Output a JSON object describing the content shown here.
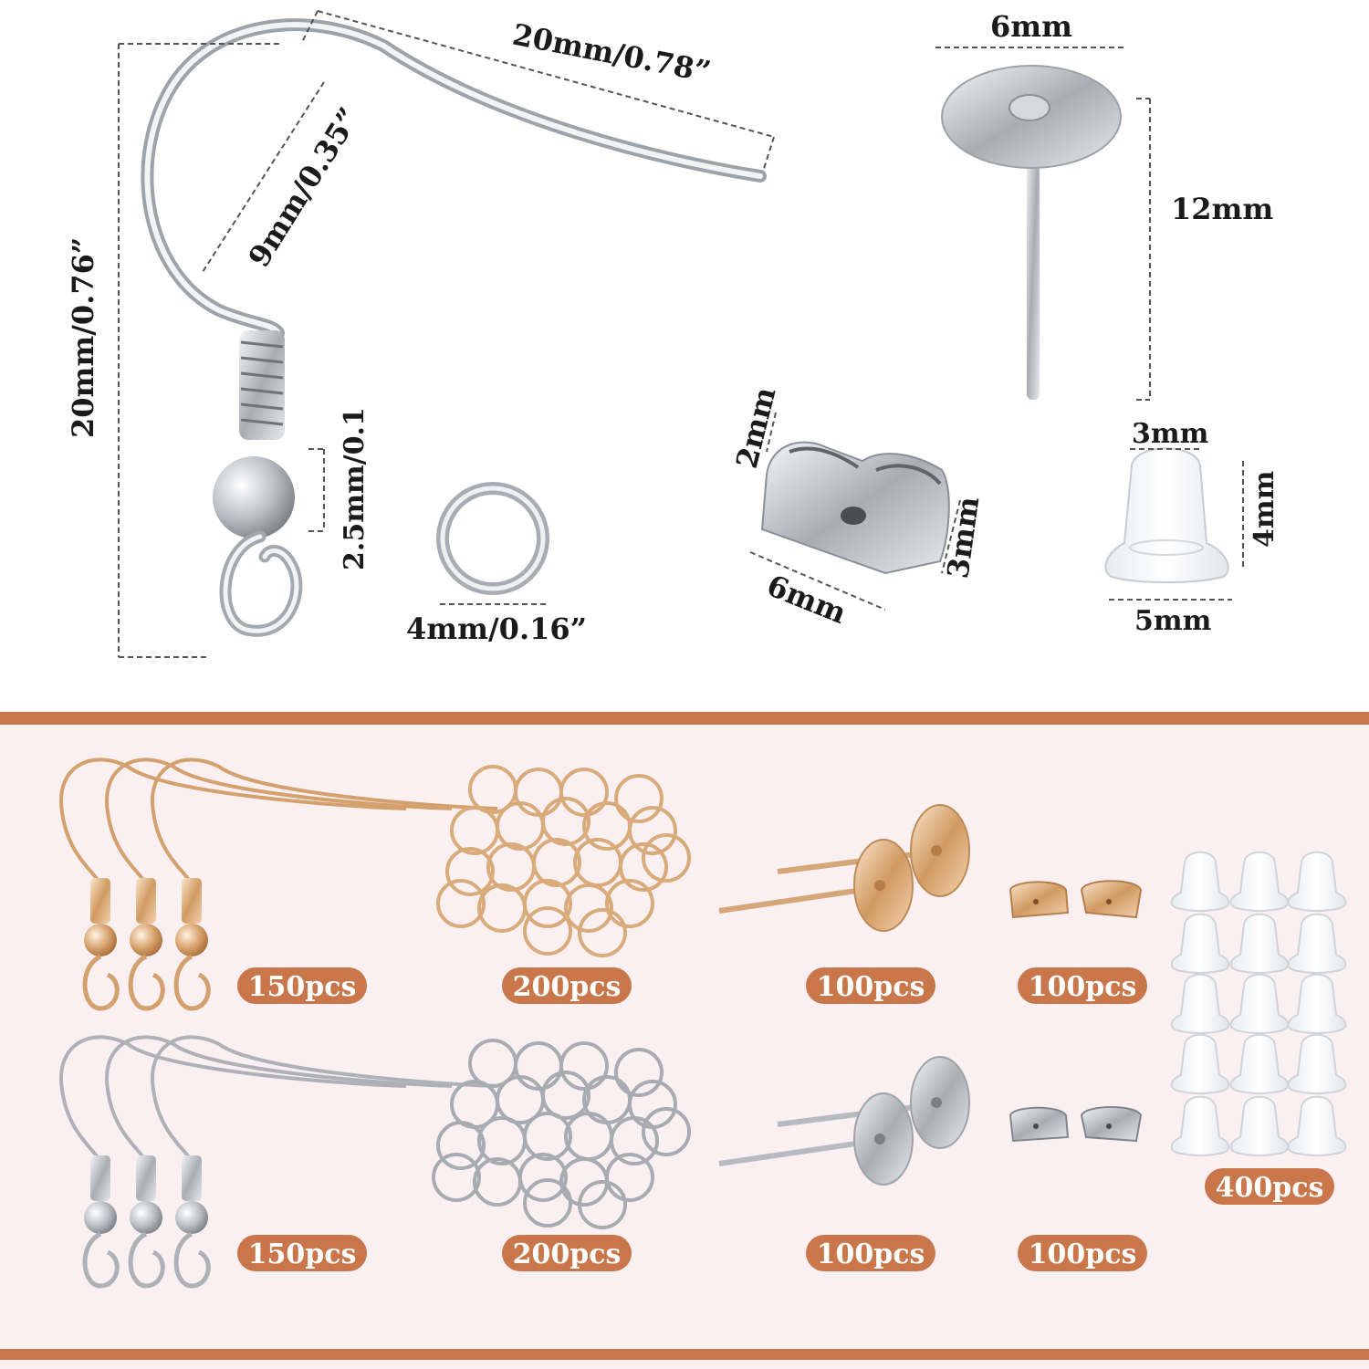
{
  "dimensions": {
    "hook_length": "20mm/0.78”",
    "hook_inner": "9mm/0.35”",
    "hook_height": "20mm/0.76”",
    "bead_size": "2.5mm/0.1",
    "jump_ring": "4mm/0.16”",
    "stud_pad": "6mm",
    "stud_height": "12mm",
    "butterfly_width": "6mm",
    "butterfly_height": "3mm",
    "butterfly_depth": "2mm",
    "bullet_top": "3mm",
    "bullet_height": "4mm",
    "bullet_base": "5mm"
  },
  "quantities": {
    "gold_hooks": "150pcs",
    "gold_rings": "200pcs",
    "gold_studs": "100pcs",
    "gold_backs": "100pcs",
    "silver_hooks": "150pcs",
    "silver_rings": "200pcs",
    "silver_studs": "100pcs",
    "silver_backs": "100pcs",
    "rubber_backs": "400pcs"
  },
  "colors": {
    "accent": "#c9764a",
    "panel": "#fbf0f1",
    "gold": "#d9a878",
    "silver": "#b8bcc2"
  }
}
